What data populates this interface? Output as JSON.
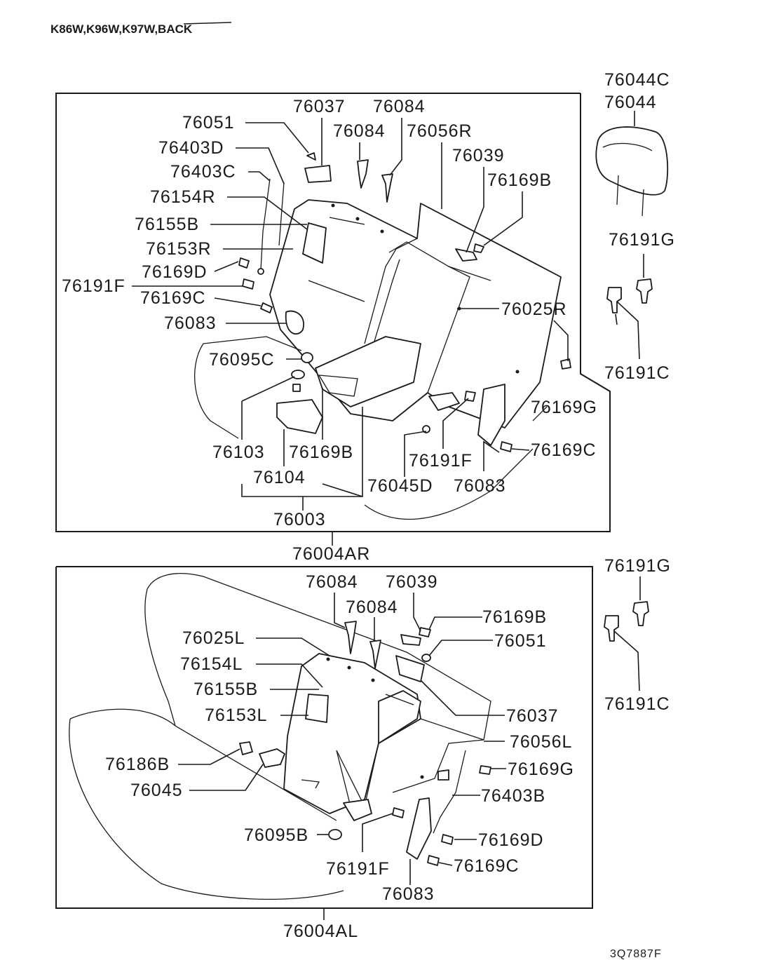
{
  "header": {
    "model_text": "K86W,K96W,K97W,BACK"
  },
  "footer": {
    "drawing_code": "3Q7887F"
  },
  "upper_group": {
    "assembly_label": "76004AR",
    "sub_assembly_label": "76003",
    "labels": {
      "p76051": "76051",
      "p76037": "76037",
      "p76084_a": "76084",
      "p76084_b": "76084",
      "p76056R": "76056R",
      "p76403D": "76403D",
      "p76403C": "76403C",
      "p76154R": "76154R",
      "p76155B": "76155B",
      "p76153R": "76153R",
      "p76169D": "76169D",
      "p76191F_a": "76191F",
      "p76169C_a": "76169C",
      "p76083_a": "76083",
      "p76095C": "76095C",
      "p76039": "76039",
      "p76169B_a": "76169B",
      "p76025R": "76025R",
      "p76169G": "76169G",
      "p76169C_b": "76169C",
      "p76103": "76103",
      "p76169B_b": "76169B",
      "p76104": "76104",
      "p76191F_b": "76191F",
      "p76045D": "76045D",
      "p76083_b": "76083"
    }
  },
  "headrest_group": {
    "labels": {
      "p76044C": "76044C",
      "p76044": "76044",
      "p76191G_a": "76191G",
      "p76191C_a": "76191C",
      "p76191G_b": "76191G",
      "p76191C_b": "76191C"
    }
  },
  "lower_group": {
    "assembly_label": "76004AL",
    "labels": {
      "p76084_a": "76084",
      "p76039": "76039",
      "p76084_b": "76084",
      "p76169B": "76169B",
      "p76025L": "76025L",
      "p76051": "76051",
      "p76154L": "76154L",
      "p76155B": "76155B",
      "p76153L": "76153L",
      "p76037": "76037",
      "p76056L": "76056L",
      "p76186B": "76186B",
      "p76169G": "76169G",
      "p76045": "76045",
      "p76403B": "76403B",
      "p76095B": "76095B",
      "p76169D": "76169D",
      "p76191F": "76191F",
      "p76169C": "76169C",
      "p76083": "76083"
    }
  }
}
